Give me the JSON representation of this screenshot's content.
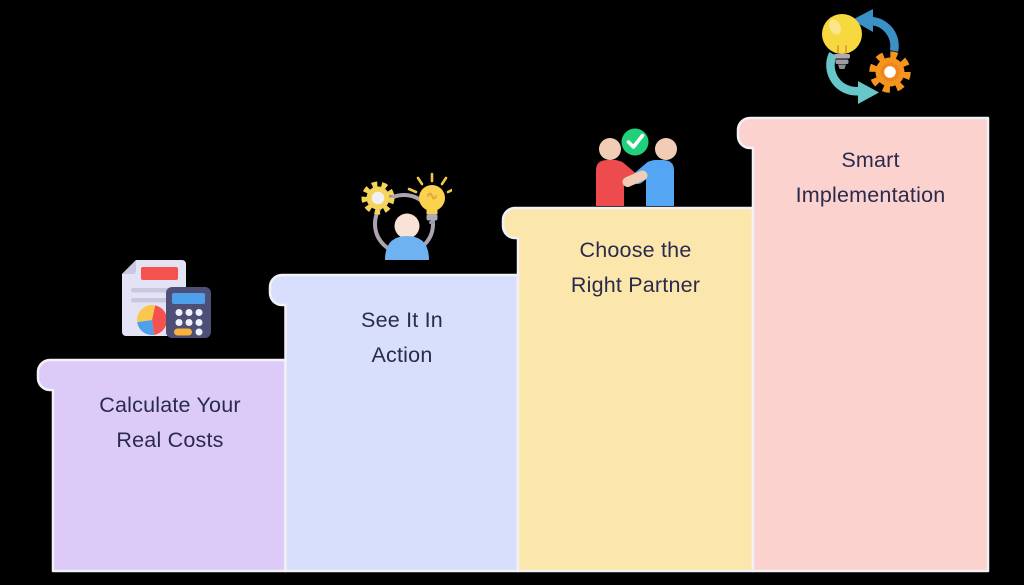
{
  "background_color": "#000000",
  "outline_color": "#F2F1F6",
  "text_color": "#2A2A4D",
  "steps": [
    {
      "label": "Calculate Your Real Costs",
      "lines": [
        "Calculate Your",
        "Real Costs"
      ],
      "bar_color": "#DCCBF8",
      "icon": "report-calculator-icon"
    },
    {
      "label": "See It In Action",
      "lines": [
        "See It In",
        "Action"
      ],
      "bar_color": "#D7DFFC",
      "icon": "person-idea-icon"
    },
    {
      "label": "Choose the Right Partner",
      "lines": [
        "Choose the",
        "Right Partner"
      ],
      "bar_color": "#FBE7AC",
      "icon": "handshake-approval-icon"
    },
    {
      "label": "Smart Implementation",
      "lines": [
        "Smart",
        "Implementation"
      ],
      "bar_color": "#FBD2CE",
      "icon": "idea-gear-cycle-icon"
    }
  ],
  "icon_colors": {
    "red": "#F4524E",
    "blue": "#4FA0EA",
    "skin": "#F2CDB5",
    "green_check": "#21D07A",
    "gear_yellow": "#F5D45B",
    "bulb_yellow": "#FBD24E",
    "gear_orange": "#F6941E",
    "arrow_blue": "#3B90C6",
    "arrow_teal": "#67C6CA",
    "calculator_body": "#4D4F77",
    "document": "#E4E3F5"
  }
}
